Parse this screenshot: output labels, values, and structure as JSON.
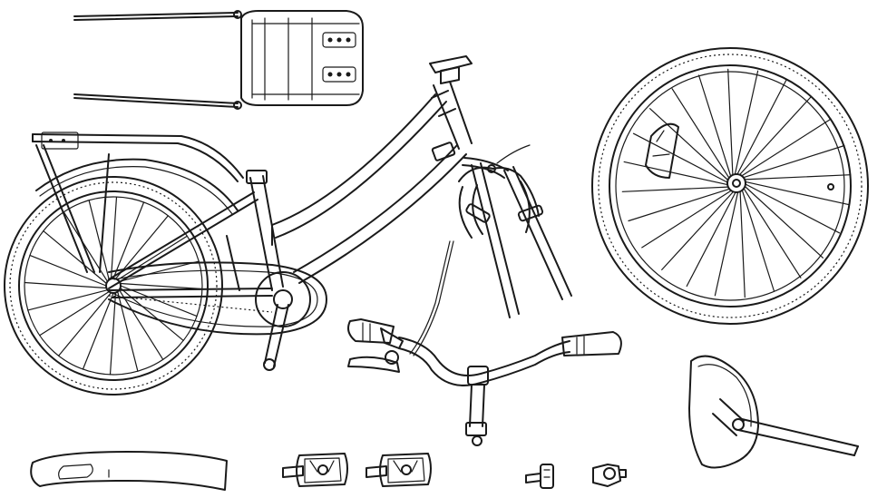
{
  "diagram": {
    "ink_color": "#1a1a1a",
    "background_color": "#ffffff",
    "parts": [
      {
        "id": "rear-rack",
        "icon": "rear-rack-icon"
      },
      {
        "id": "bicycle-frame-assembly",
        "icon": "bicycle-icon"
      },
      {
        "id": "front-fork-with-brakes",
        "icon": "fork-icon"
      },
      {
        "id": "front-wheel",
        "icon": "wheel-icon"
      },
      {
        "id": "handlebar",
        "icon": "handlebar-icon"
      },
      {
        "id": "saddle-with-seatpost",
        "icon": "saddle-icon"
      },
      {
        "id": "fender",
        "icon": "fender-icon"
      },
      {
        "id": "pedal-left",
        "icon": "pedal-icon"
      },
      {
        "id": "pedal-right",
        "icon": "pedal-icon"
      },
      {
        "id": "reflector-bolt",
        "icon": "bolt-icon"
      },
      {
        "id": "bell",
        "icon": "bell-icon"
      }
    ]
  }
}
